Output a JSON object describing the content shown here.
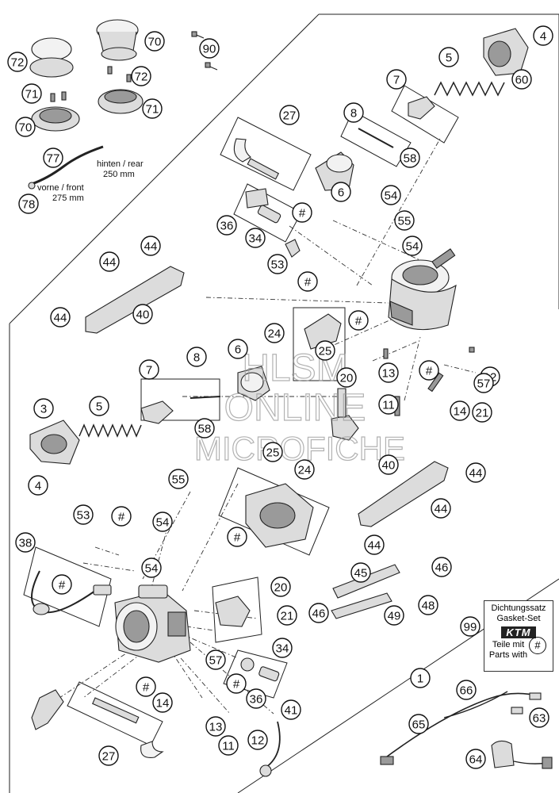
{
  "diagram": {
    "callouts": [
      "1",
      "3",
      "4",
      "4",
      "5",
      "5",
      "6",
      "6",
      "7",
      "7",
      "8",
      "8",
      "11",
      "11",
      "12",
      "12",
      "13",
      "13",
      "14",
      "14",
      "20",
      "20",
      "21",
      "21",
      "24",
      "24",
      "25",
      "25",
      "27",
      "27",
      "34",
      "34",
      "36",
      "36",
      "38",
      "40",
      "40",
      "41",
      "44",
      "44",
      "44",
      "44",
      "44",
      "44",
      "45",
      "46",
      "46",
      "48",
      "49",
      "53",
      "53",
      "54",
      "54",
      "54",
      "54",
      "55",
      "55",
      "57",
      "57",
      "58",
      "58",
      "60",
      "63",
      "64",
      "65",
      "66",
      "70",
      "70",
      "71",
      "71",
      "72",
      "72",
      "77",
      "78",
      "90",
      "99",
      "#",
      "#",
      "#",
      "#",
      "#",
      "#",
      "#",
      "#",
      "#",
      "#"
    ],
    "hose_labels": {
      "rear_line1": "hinten / rear",
      "rear_line2": "250 mm",
      "front_line1": "vorne / front",
      "front_line2": "275 mm"
    },
    "legend": {
      "line1": "Dichtungssatz",
      "line2": "Gasket-Set",
      "logo": "KTM",
      "line3": "Teile mit",
      "line4": "Parts with",
      "symbol": "#"
    },
    "watermark": {
      "line1": "HLSM",
      "line2": "ONLINE",
      "line3": "MICROFICHE"
    }
  }
}
